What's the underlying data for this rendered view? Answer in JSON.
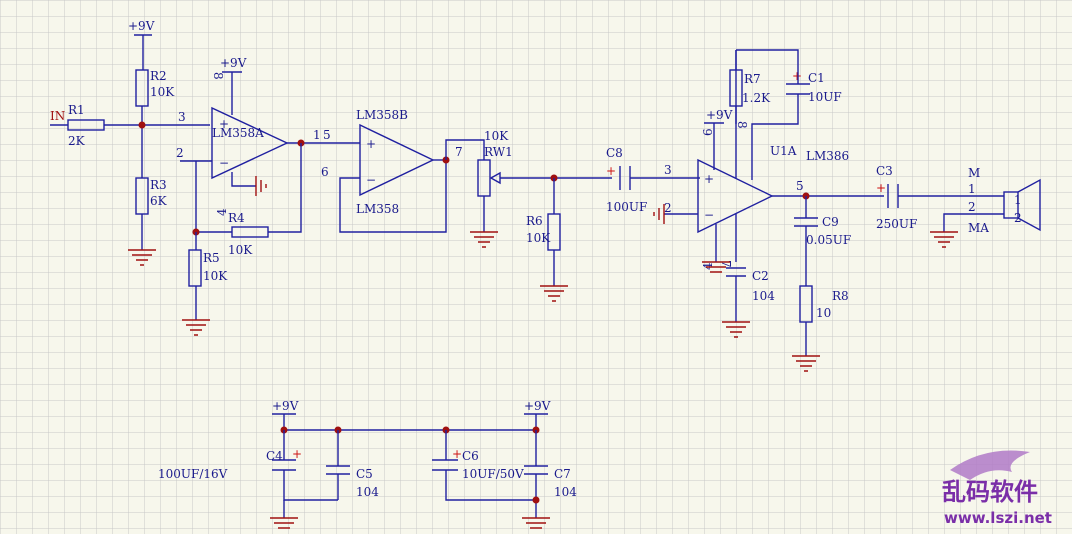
{
  "components": {
    "r1": {
      "ref": "R1",
      "value": "2K"
    },
    "r2": {
      "ref": "R2",
      "value": "10K"
    },
    "r3": {
      "ref": "R3",
      "value": "6K"
    },
    "r4": {
      "ref": "R4",
      "value": "10K"
    },
    "r5": {
      "ref": "R5",
      "value": "10K"
    },
    "r6": {
      "ref": "R6",
      "value": "10K"
    },
    "r7": {
      "ref": "R7",
      "value": "1.2K"
    },
    "r8": {
      "ref": "R8",
      "value": "10"
    },
    "rw1": {
      "ref": "RW1",
      "value": "10K"
    },
    "c1": {
      "ref": "C1",
      "value": "10UF"
    },
    "c2": {
      "ref": "C2",
      "value": "104"
    },
    "c3": {
      "ref": "C3",
      "value": "250UF"
    },
    "c4": {
      "ref": "C4",
      "value": "100UF/16V"
    },
    "c5": {
      "ref": "C5",
      "value": "104"
    },
    "c6": {
      "ref": "C6",
      "value": "10UF/50V"
    },
    "c7": {
      "ref": "C7",
      "value": "104"
    },
    "c8": {
      "ref": "C8",
      "value": "100UF"
    },
    "c9": {
      "ref": "C9",
      "value": "0.05UF"
    },
    "u_a": {
      "ref": "LM358A"
    },
    "u_b": {
      "ref": "LM358B",
      "part": "LM358"
    },
    "u1a": {
      "ref": "U1A",
      "part": "LM386"
    }
  },
  "nets": {
    "in": "IN",
    "vcc": "+9V",
    "m": "M",
    "ma": "MA"
  },
  "pins": {
    "a_in_plus": "3",
    "a_in_minus": "2",
    "a_vcc": "8",
    "a_gnd": "4",
    "a_out": "1",
    "b_in_plus": "5",
    "b_in_minus": "6",
    "b_out": "7",
    "l_in_plus": "3",
    "l_in_minus": "2",
    "l_vcc": "6",
    "l_gain": "8",
    "l_gnd": "4",
    "l_byp": "7",
    "l_out": "5",
    "spk_1": "1",
    "spk_2": "2",
    "conn_1": "1",
    "conn_2": "2"
  },
  "signs": {
    "plus": "+",
    "minus": "−"
  },
  "watermark": {
    "text_cn": "乱码软件",
    "text_url": "www.lszi.net"
  },
  "colors": {
    "grid": "#c8c8c8",
    "wire": "#2020a0",
    "ground": "#a01010",
    "junction": "#a01010",
    "background": "#f7f7ec"
  }
}
